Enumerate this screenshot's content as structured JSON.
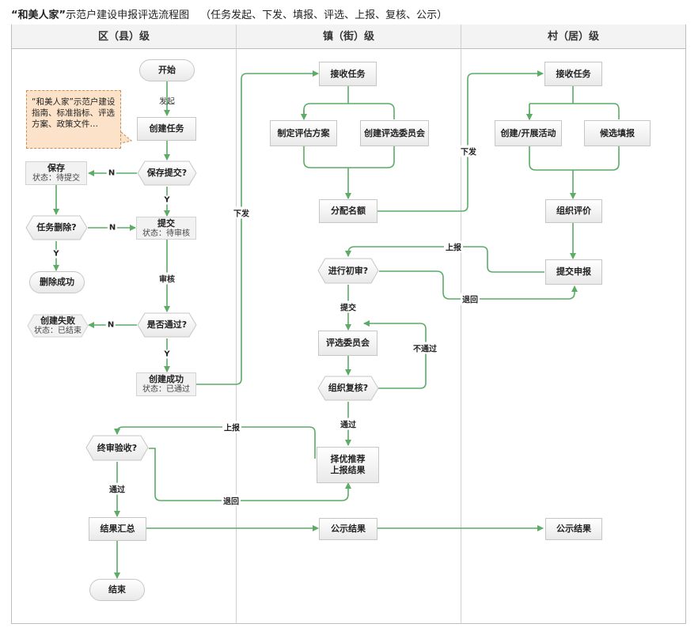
{
  "title": {
    "main": "“和美人家”",
    "rest": "示范户建设申报评选流程图",
    "sub": "（任务发起、下发、填报、评选、上报、复核、公示）"
  },
  "lanes": {
    "district": "区（县）级",
    "town": "镇（街）级",
    "village": "村（居）级"
  },
  "note": "“和美人家”示范户建设指南、标准指标、评选方案、政策文件…",
  "nodes": {
    "start": "开始",
    "create_task": "创建任务",
    "save_submit_q": "保存提交?",
    "save": "保存",
    "save_status": "状态：待提交",
    "submit": "提交",
    "submit_status": "状态：待审核",
    "task_delete_q": "任务删除?",
    "delete_success": "删除成功",
    "pass_q": "是否通过?",
    "create_fail": "创建失败",
    "create_fail_status": "状态：已结束",
    "create_success": "创建成功",
    "create_success_status": "状态：已通过",
    "final_accept_q": "终审验收?",
    "result_summary": "结果汇总",
    "end": "结束",
    "town_receive_task": "接收任务",
    "make_plan": "制定评估方案",
    "create_committee": "创建评选委员会",
    "allocate_quota": "分配名额",
    "initial_review_q": "进行初审?",
    "selection_committee": "评选委员会",
    "organize_recheck_q": "组织复核?",
    "recommend_line1": "择优推荐",
    "recommend_line2": "上报结果",
    "town_publish": "公示结果",
    "village_receive_task": "接收任务",
    "create_activity": "创建/开展活动",
    "candidate_fill": "候选填报",
    "organize_eval": "组织评价",
    "submit_report": "提交申报",
    "village_publish": "公示结果"
  },
  "edge_labels": {
    "initiate": "发起",
    "n1": "N",
    "y1": "Y",
    "n2": "N",
    "y2": "Y",
    "review": "审核",
    "n3": "N",
    "y3": "Y",
    "issue1": "下发",
    "issue2": "下发",
    "report1": "上报",
    "return1": "退回",
    "submit": "提交",
    "not_pass": "不通过",
    "pass1": "通过",
    "report2": "上报",
    "pass2": "通过",
    "return2": "退回"
  },
  "colors": {
    "connector": "#5cac65",
    "note_fill": "#fbe2c8",
    "note_border": "#c98d55"
  }
}
